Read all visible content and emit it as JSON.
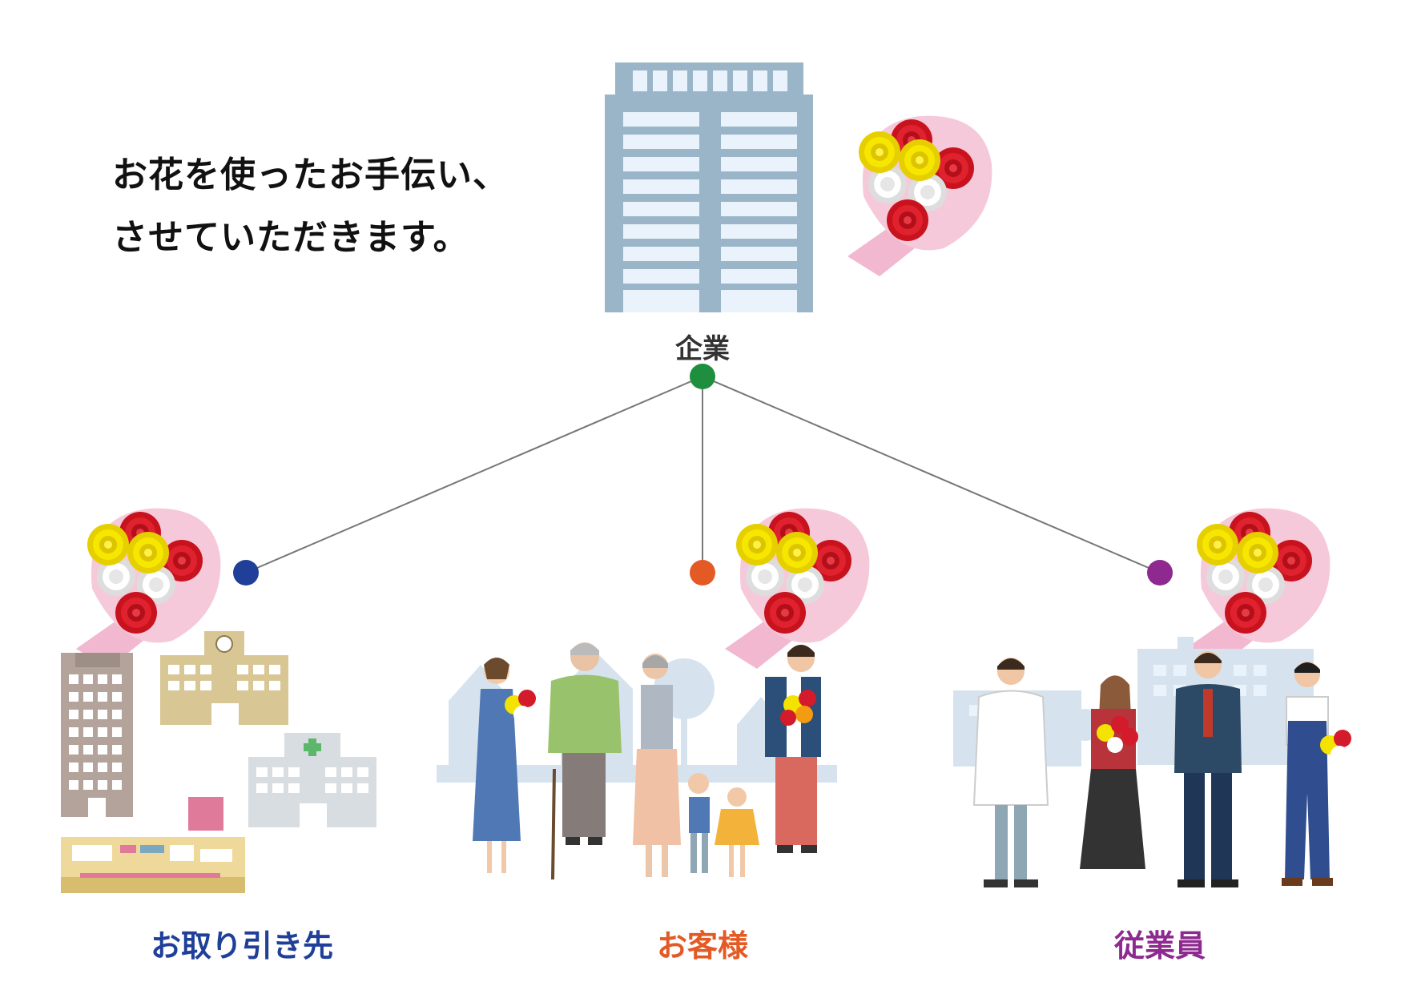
{
  "headline": {
    "line1": "お花を使ったお手伝い、",
    "line2": "させていただきます。"
  },
  "nodes": {
    "company": {
      "label": "企業",
      "color": "#1e8f3e"
    },
    "partners": {
      "label": "お取り引き先",
      "color": "#1f3f99"
    },
    "customers": {
      "label": "お客様",
      "color": "#e35a25"
    },
    "employees": {
      "label": "従業員",
      "color": "#8e2a8f"
    }
  },
  "colors": {
    "line": "#777777",
    "building": "#9bb5c8",
    "window": "#eaf3fb",
    "rose_red": "#d31b2b",
    "rose_yellow": "#f4e200",
    "rose_white": "#f2f2f2",
    "wrap_pink": "#f2b8cf"
  },
  "icons": [
    "office-building-icon",
    "bouquet-icon",
    "partner-buildings-icon",
    "customer-family-icon",
    "employees-group-icon"
  ]
}
